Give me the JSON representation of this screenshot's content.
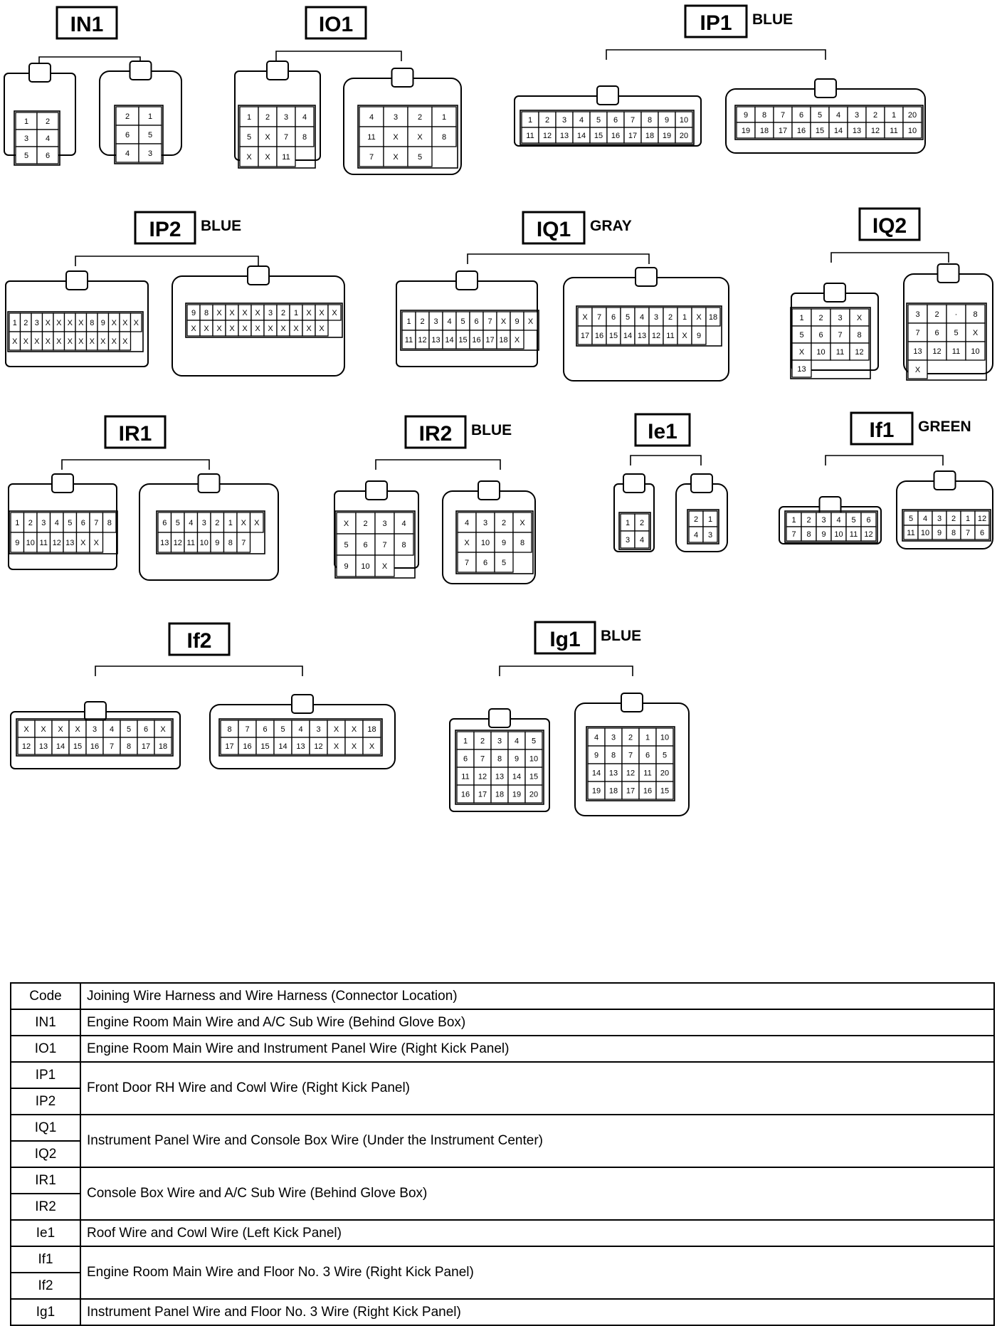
{
  "connectors": [
    {
      "code": "IN1",
      "color": "",
      "cells_left": [
        "1",
        "2",
        "3",
        "4",
        "5",
        "6"
      ],
      "cells_right": [
        "2",
        "1",
        "6",
        "5",
        "4",
        "3"
      ]
    },
    {
      "code": "IO1",
      "color": "",
      "cells_left": [
        "1",
        "2",
        "3",
        "4",
        "5",
        "X",
        "7",
        "8",
        "X",
        "X",
        "11"
      ],
      "cells_right": [
        "4",
        "3",
        "2",
        "1",
        "11",
        "X",
        "X",
        "8",
        "7",
        "X",
        "5"
      ]
    },
    {
      "code": "IP1",
      "color": "BLUE",
      "cells_left": [
        "1",
        "2",
        "3",
        "4",
        "5",
        "6",
        "7",
        "8",
        "9",
        "10",
        "11",
        "12",
        "13",
        "14",
        "15",
        "16",
        "17",
        "18",
        "19",
        "20"
      ],
      "cells_right": [
        "9",
        "8",
        "7",
        "6",
        "5",
        "4",
        "3",
        "2",
        "1",
        "20",
        "19",
        "18",
        "17",
        "16",
        "15",
        "14",
        "13",
        "12",
        "11",
        "10"
      ]
    },
    {
      "code": "IP2",
      "color": "BLUE",
      "cells_left": [
        "1",
        "2",
        "3",
        "X",
        "X",
        "X",
        "X",
        "8",
        "9",
        "X",
        "X",
        "X",
        "X",
        "X",
        "X",
        "X",
        "X",
        "X",
        "X",
        "X",
        "X",
        "X",
        "X"
      ],
      "cells_right": [
        "9",
        "8",
        "X",
        "X",
        "X",
        "X",
        "3",
        "2",
        "1",
        "X",
        "X",
        "X",
        "X",
        "X",
        "X",
        "X",
        "X",
        "X",
        "X",
        "X",
        "X",
        "X",
        "X"
      ]
    },
    {
      "code": "IQ1",
      "color": "GRAY",
      "cells_left": [
        "1",
        "2",
        "3",
        "4",
        "5",
        "6",
        "7",
        "X",
        "9",
        "X",
        "11",
        "12",
        "13",
        "14",
        "15",
        "16",
        "17",
        "18",
        "X"
      ],
      "cells_right": [
        "X",
        "7",
        "6",
        "5",
        "4",
        "3",
        "2",
        "1",
        "X",
        "18",
        "17",
        "16",
        "15",
        "14",
        "13",
        "12",
        "11",
        "X",
        "9"
      ]
    },
    {
      "code": "IQ2",
      "color": "",
      "cells_left": [
        "1",
        "2",
        "3",
        "X",
        "5",
        "6",
        "7",
        "8",
        "X",
        "10",
        "11",
        "12",
        "13"
      ],
      "cells_right": [
        "3",
        "2",
        "·",
        "8",
        "7",
        "6",
        "5",
        "X",
        "13",
        "12",
        "11",
        "10",
        "X"
      ]
    },
    {
      "code": "IR1",
      "color": "",
      "cells_left": [
        "1",
        "2",
        "3",
        "4",
        "5",
        "6",
        "7",
        "8",
        "9",
        "10",
        "11",
        "12",
        "13",
        "X",
        "X"
      ],
      "cells_right": [
        "6",
        "5",
        "4",
        "3",
        "2",
        "1",
        "X",
        "X",
        "13",
        "12",
        "11",
        "10",
        "9",
        "8",
        "7"
      ]
    },
    {
      "code": "IR2",
      "color": "BLUE",
      "cells_left": [
        "X",
        "2",
        "3",
        "4",
        "5",
        "6",
        "7",
        "8",
        "9",
        "10",
        "X"
      ],
      "cells_right": [
        "4",
        "3",
        "2",
        "X",
        "X",
        "10",
        "9",
        "8",
        "7",
        "6",
        "5"
      ]
    },
    {
      "code": "Ie1",
      "color": "",
      "cells_left": [
        "1",
        "2",
        "3",
        "4"
      ],
      "cells_right": [
        "2",
        "1",
        "4",
        "3"
      ]
    },
    {
      "code": "If1",
      "color": "GREEN",
      "cells_left": [
        "1",
        "2",
        "3",
        "4",
        "5",
        "6",
        "7",
        "8",
        "9",
        "10",
        "11",
        "12"
      ],
      "cells_right": [
        "5",
        "4",
        "3",
        "2",
        "1",
        "12",
        "11",
        "10",
        "9",
        "8",
        "7",
        "6"
      ]
    },
    {
      "code": "If2",
      "color": "",
      "cells_left": [
        "X",
        "X",
        "X",
        "X",
        "3",
        "4",
        "5",
        "6",
        "X",
        "12",
        "13",
        "14",
        "15",
        "16",
        "7",
        "8",
        "17",
        "18"
      ],
      "cells_right": [
        "8",
        "7",
        "6",
        "5",
        "4",
        "3",
        "X",
        "X",
        "18",
        "17",
        "16",
        "15",
        "14",
        "13",
        "12",
        "X",
        "X",
        "X"
      ]
    },
    {
      "code": "Ig1",
      "color": "BLUE",
      "cells_left": [
        "1",
        "2",
        "3",
        "4",
        "5",
        "6",
        "7",
        "8",
        "9",
        "10",
        "11",
        "12",
        "13",
        "14",
        "15",
        "16",
        "17",
        "18",
        "19",
        "20"
      ],
      "cells_right": [
        "4",
        "3",
        "2",
        "1",
        "10",
        "9",
        "8",
        "7",
        "6",
        "5",
        "14",
        "13",
        "12",
        "11",
        "20",
        "19",
        "18",
        "17",
        "16",
        "15"
      ]
    }
  ],
  "table": {
    "header": {
      "code": "Code",
      "desc": "Joining Wire Harness and Wire Harness (Connector Location)"
    },
    "rows": [
      {
        "codes": [
          "IN1"
        ],
        "desc": "Engine Room Main Wire and A/C Sub Wire (Behind Glove Box)"
      },
      {
        "codes": [
          "IO1"
        ],
        "desc": "Engine Room Main Wire and Instrument Panel Wire (Right Kick Panel)"
      },
      {
        "codes": [
          "IP1",
          "IP2"
        ],
        "desc": "Front Door RH Wire and Cowl Wire (Right Kick Panel)"
      },
      {
        "codes": [
          "IQ1",
          "IQ2"
        ],
        "desc": "Instrument Panel Wire and Console Box Wire (Under the Instrument Center)"
      },
      {
        "codes": [
          "IR1",
          "IR2"
        ],
        "desc": "Console Box Wire and A/C Sub Wire (Behind Glove Box)"
      },
      {
        "codes": [
          "Ie1"
        ],
        "desc": "Roof Wire and Cowl Wire (Left Kick Panel)"
      },
      {
        "codes": [
          "If1",
          "If2"
        ],
        "desc": "Engine Room Main Wire and Floor No. 3 Wire (Right Kick Panel)"
      },
      {
        "codes": [
          "Ig1"
        ],
        "desc": "Instrument Panel Wire and Floor No. 3 Wire (Right Kick Panel)"
      }
    ]
  }
}
